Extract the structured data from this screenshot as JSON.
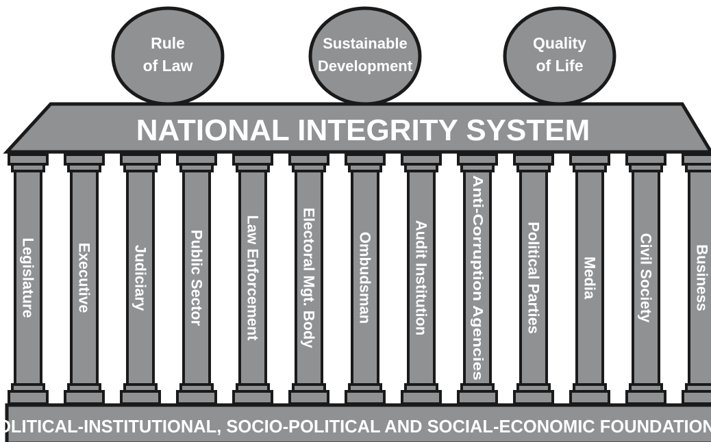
{
  "goals": [
    {
      "line1": "Rule",
      "line2": "of Law"
    },
    {
      "line1": "Sustainable",
      "line2": "Development"
    },
    {
      "line1": "Quality",
      "line2": "of Life"
    }
  ],
  "roof": {
    "title": "NATIONAL INTEGRITY SYSTEM"
  },
  "pillars": [
    "Legislature",
    "Executive",
    "Judiciary",
    "Public Sector",
    "Law Enforcement",
    "Electoral Mgt. Body",
    "Ombudsman",
    "Audit Institution",
    "Anti-Corruption Agencies",
    "Political Parties",
    "Media",
    "Civil Society",
    "Business"
  ],
  "foundation": {
    "text": "POLITICAL-INSTITUTIONAL, SOCIO-POLITICAL AND SOCIAL-ECONOMIC FOUNDATIONS"
  },
  "colors": {
    "fill": "#8f9193",
    "stroke": "#1a1a1a",
    "text": "#ffffff"
  }
}
